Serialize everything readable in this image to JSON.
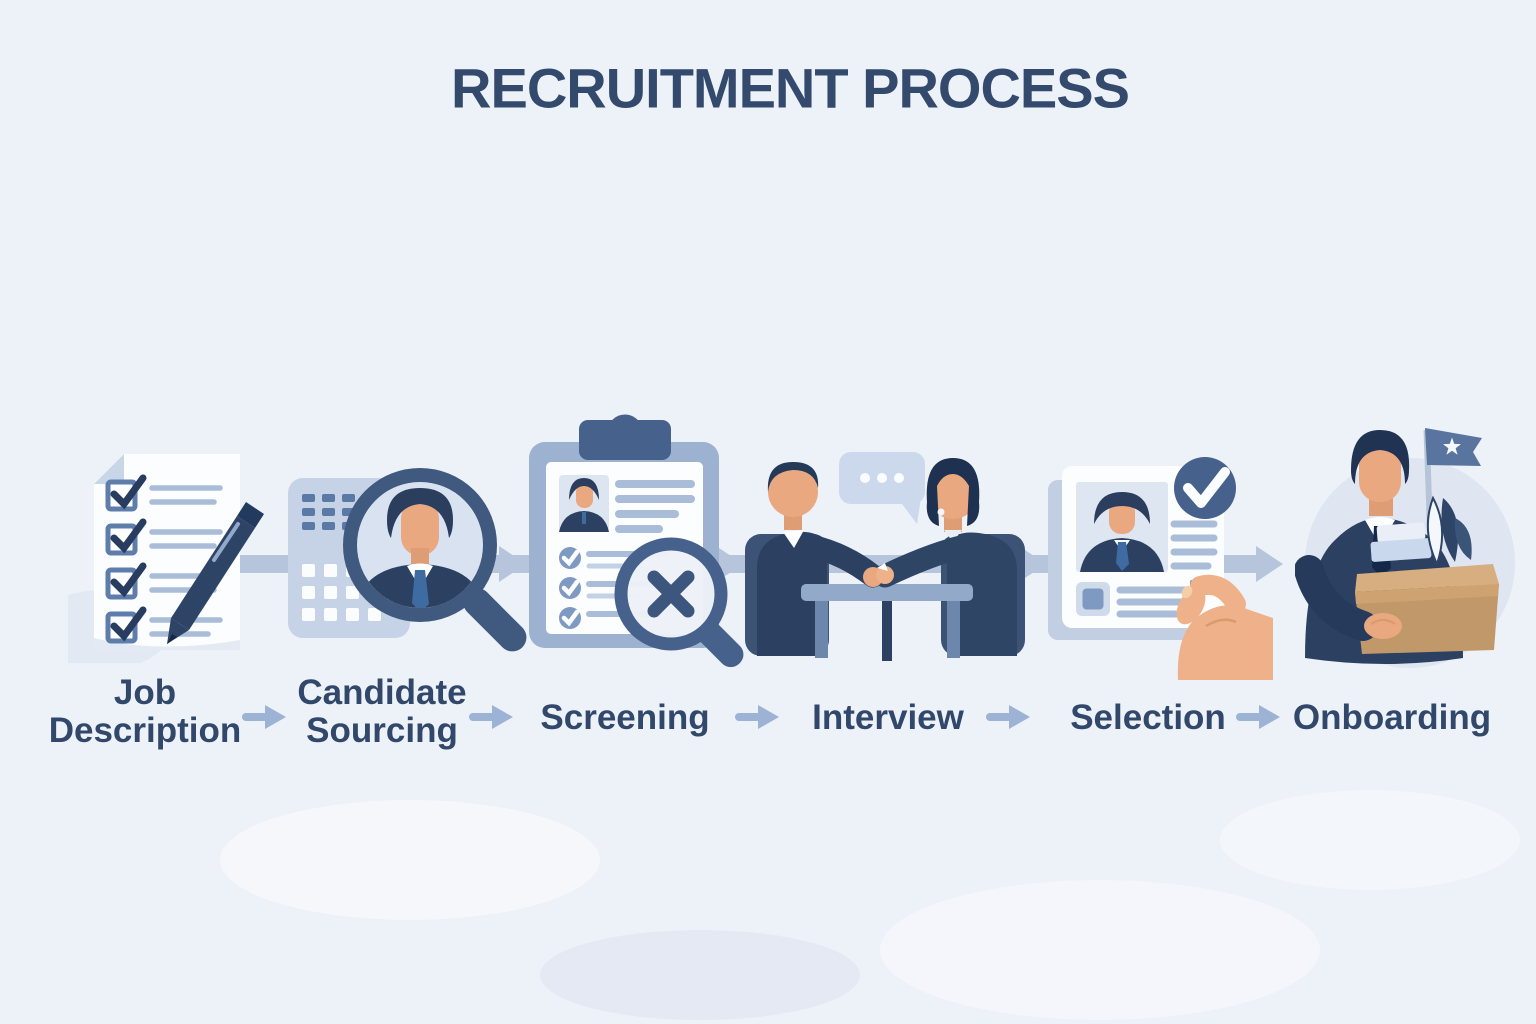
{
  "title": "RECRUITMENT PROCESS",
  "flow": {
    "steps": [
      {
        "label": "Job Description",
        "icon": "checklist-pen-icon"
      },
      {
        "label": "Candidate Sourcing",
        "icon": "candidate-search-magnifier-icon"
      },
      {
        "label": "Screening",
        "icon": "resume-clipboard-magnifier-icon"
      },
      {
        "label": "Interview",
        "icon": "interview-conversation-icon"
      },
      {
        "label": "Selection",
        "icon": "selected-resume-hand-icon"
      },
      {
        "label": "Onboarding",
        "icon": "new-hire-box-flag-icon"
      }
    ],
    "connector": "right-arrow-icon"
  },
  "colors": {
    "background": "#edf1f8",
    "title_text": "#344a6d",
    "label_text": "#31486b",
    "label_arrow": "#9db3d5",
    "flow_band": "#b6c5dc",
    "navy": "#2c4162",
    "slate": "#46618c",
    "mid_blue": "#7e99c2",
    "light_blue": "#a9bdd8",
    "pale_blue": "#cdd9ea",
    "skin": "#e9a87f",
    "paper_white": "#fcfdfe",
    "cardboard": "#c1986a"
  }
}
